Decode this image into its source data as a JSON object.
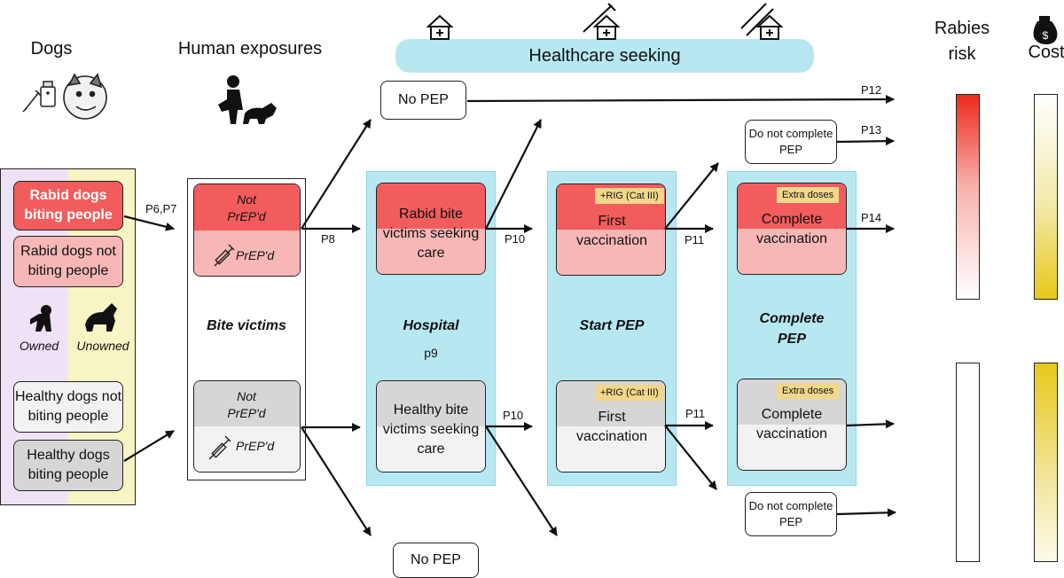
{
  "headers": {
    "dogs": "Dogs",
    "human_exposures": "Human exposures",
    "healthcare_seeking": "Healthcare seeking",
    "rabies_risk": "Rabies\nrisk",
    "cost": "Cost"
  },
  "dogs": {
    "rabid_biting": "Rabid dogs biting people",
    "rabid_not_biting": "Rabid dogs not biting people",
    "owned": "Owned",
    "unowned": "Unowned",
    "healthy_not_biting": "Healthy dogs not biting people",
    "healthy_biting": "Healthy dogs biting people"
  },
  "bite_victims": {
    "not_prepd": "Not PrEP'd",
    "prepd": "PrEP'd",
    "label": "Bite victims"
  },
  "hospital": {
    "label": "Hospital",
    "param": "p9",
    "rabid": "Rabid bite victims seeking care",
    "healthy": "Healthy bite victims seeking care"
  },
  "start_pep": {
    "label": "Start PEP",
    "tag": "+RIG (Cat III)",
    "first": "First vaccination"
  },
  "complete_pep": {
    "label": "Complete PEP",
    "tag": "Extra doses",
    "complete": "Complete vaccination"
  },
  "outcomes": {
    "no_pep": "No PEP",
    "do_not_complete": "Do not complete PEP"
  },
  "params": {
    "p6p7": "P6,P7",
    "p8": "P8",
    "p10a": "P10",
    "p10b": "P10",
    "p11a": "P11",
    "p11b": "P11",
    "p12": "P12",
    "p13": "P13",
    "p14": "P14"
  },
  "colors": {
    "rabid_dark": "#f25c5c",
    "rabid_light": "#f7b7b7",
    "healthy_dark": "#d6d6d6",
    "healthy_light": "#f2f2f2",
    "panel": "#b7e8f2",
    "tag": "#f2d78a",
    "dogs_owned_bg": "#efe2f7",
    "dogs_unowned_bg": "#f7f5c4"
  }
}
